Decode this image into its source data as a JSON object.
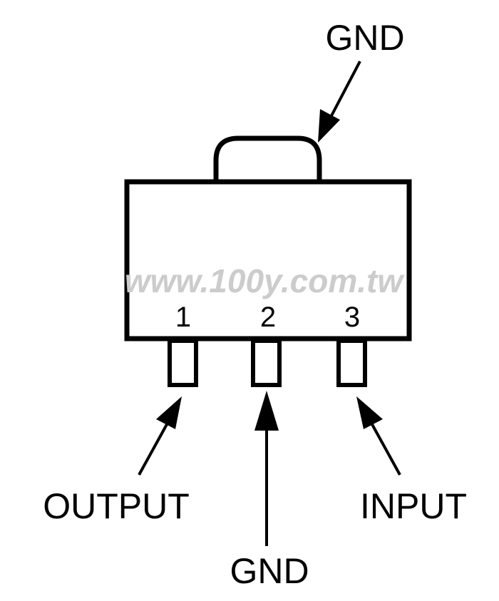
{
  "labels": {
    "tab_gnd": "GND",
    "output": "OUTPUT",
    "gnd": "GND",
    "input": "INPUT"
  },
  "pins": {
    "pin1": "1",
    "pin2": "2",
    "pin3": "3"
  },
  "watermark": "www.100y.com.tw",
  "colors": {
    "line": "#000000",
    "watermark": "#cccccc",
    "background": "#ffffff"
  }
}
